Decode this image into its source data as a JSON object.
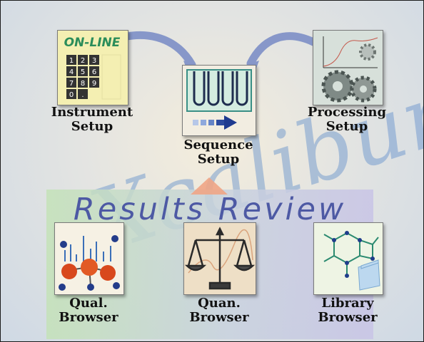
{
  "instrument_display": "ON-LINE",
  "instrument_keys": [
    "1",
    "2",
    "3",
    "4",
    "5",
    "6",
    "7",
    "8",
    "9",
    "0",
    ".",
    ""
  ],
  "watermark_text": "Xcalibur",
  "steps": {
    "instrument": [
      "Instrument",
      "Setup"
    ],
    "sequence": [
      "Sequence",
      "Setup"
    ],
    "processing": [
      "Processing",
      "Setup"
    ]
  },
  "review": {
    "title": "Results Review",
    "browsers": {
      "qual": [
        "Qual.",
        "Browser"
      ],
      "quan": [
        "Quan.",
        "Browser"
      ],
      "library": [
        "Library",
        "Browser"
      ]
    }
  },
  "colors": {
    "watermark": "#5f8ec9",
    "arrow": "#8797c9",
    "review_title": "#4d59a4"
  }
}
